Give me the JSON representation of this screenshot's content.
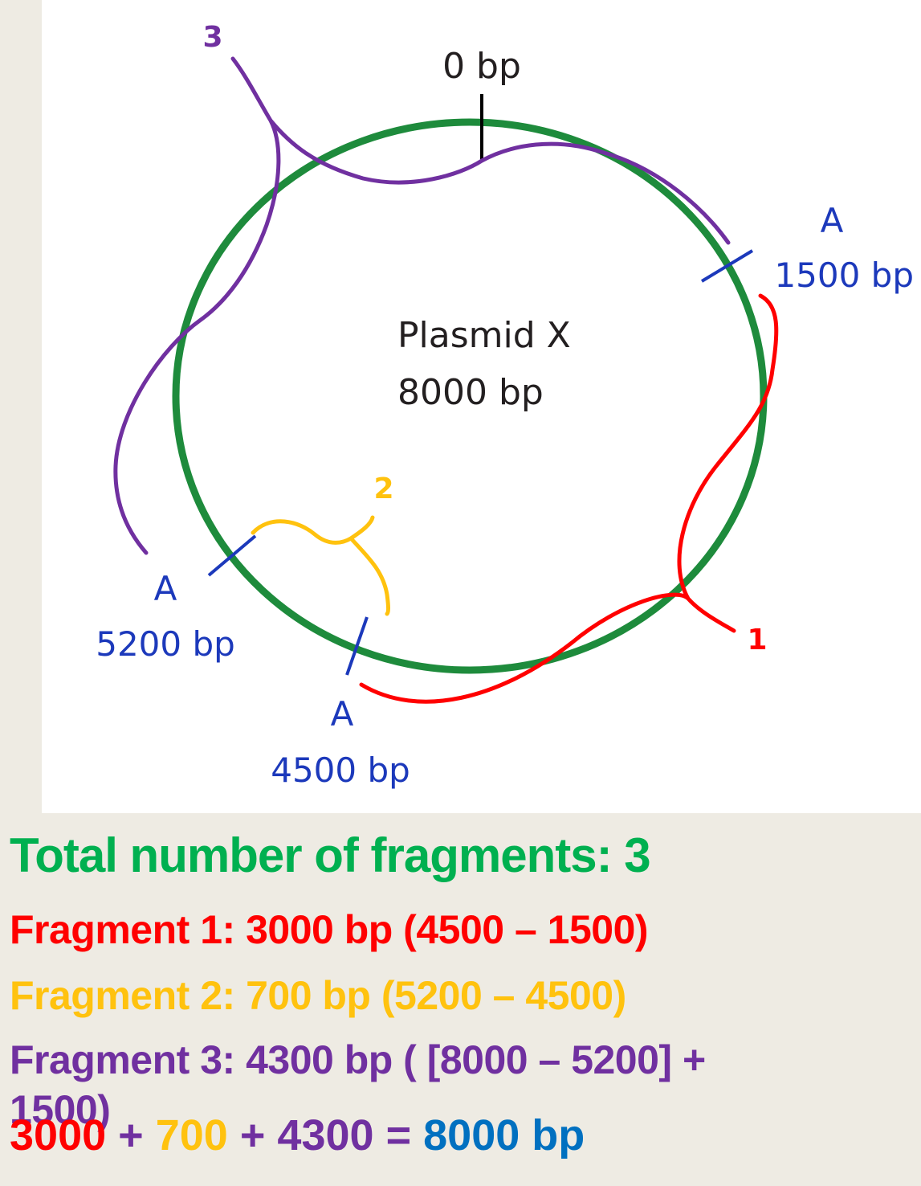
{
  "colors": {
    "plasmid": "#1e8b3c",
    "cut_marks": "#1c39bb",
    "fragment_1": "#ff0000",
    "fragment_2": "#ffc20e",
    "fragment_3": "#7030a0",
    "total": "#00b050",
    "sum_result": "#0070c0",
    "background": "#eeebe3"
  },
  "diagram": {
    "plasmid_name": "Plasmid X",
    "plasmid_size": "8000 bp",
    "origin_label": "0 bp",
    "sites": [
      {
        "enzyme": "A",
        "position": "1500 bp"
      },
      {
        "enzyme": "A",
        "position": "4500 bp"
      },
      {
        "enzyme": "A",
        "position": "5200 bp"
      }
    ],
    "fragment_numbers": [
      "1",
      "2",
      "3"
    ]
  },
  "summary": {
    "total_label": "Total number of fragments: 3",
    "fragment_1": {
      "label": "Fragment 1:",
      "value": "3000 bp (4500 – 1500)"
    },
    "fragment_2": {
      "label": "Fragment 2:",
      "value": "700 bp (5200 – 4500)"
    },
    "fragment_3": {
      "label": "Fragment 3:",
      "value": "4300 bp ( [8000 – 5200] +",
      "value_wrap": "1500)"
    },
    "sum": {
      "term_1": "3000",
      "plus_1": "+",
      "term_2": "700",
      "plus_2": "+",
      "term_3": "4300",
      "equals": "=",
      "result": "8000 bp"
    }
  }
}
